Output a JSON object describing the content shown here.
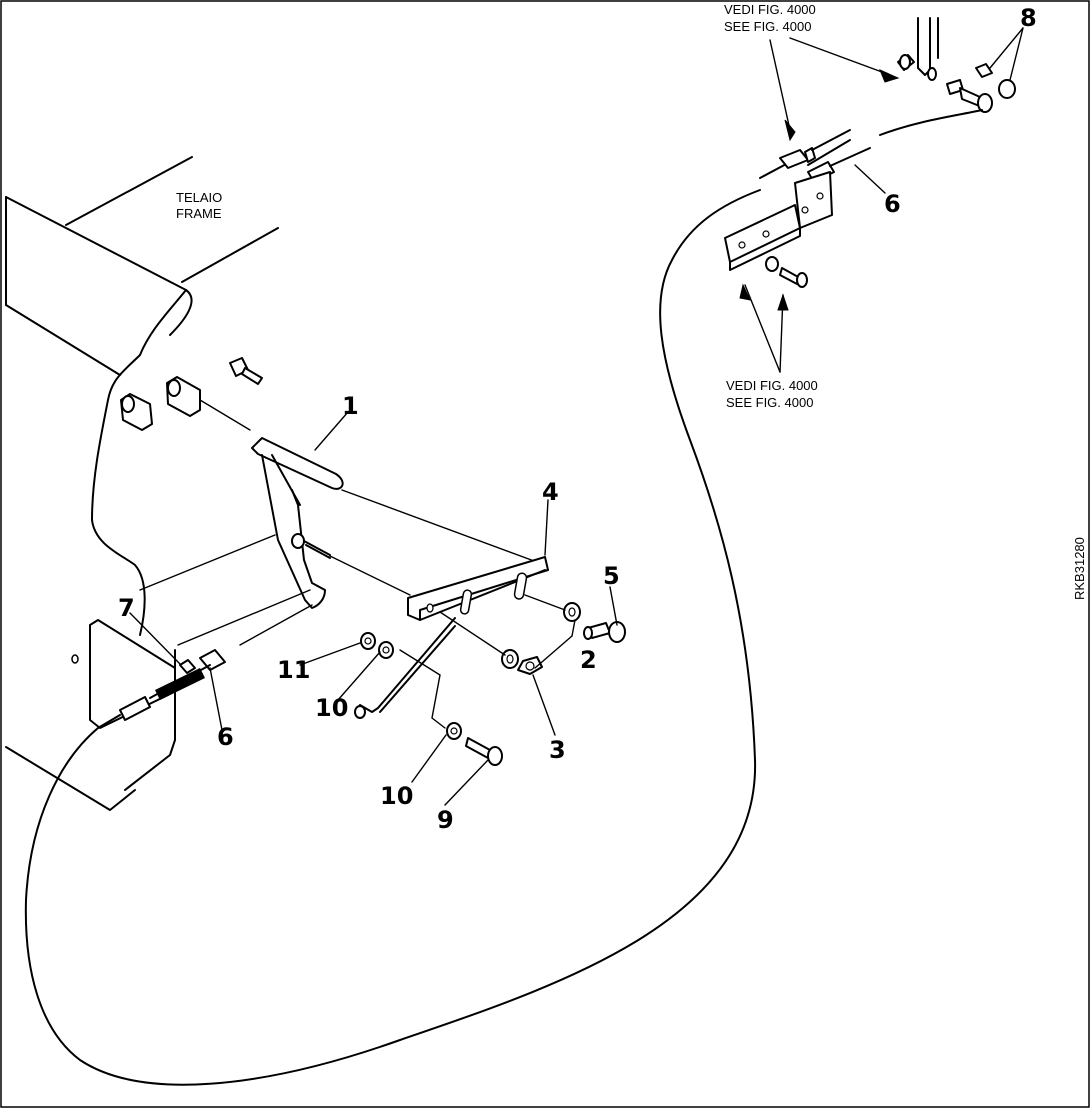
{
  "frame_label": {
    "line1": "TELAIO",
    "line2": "FRAME"
  },
  "references": {
    "top": {
      "line1": "VEDI FIG. 4000",
      "line2": "SEE FIG. 4000"
    },
    "middle": {
      "line1": "VEDI FIG. 4000",
      "line2": "SEE FIG. 4000"
    }
  },
  "callouts": {
    "c1": "1",
    "c2": "2",
    "c3": "3",
    "c4": "4",
    "c5": "5",
    "c6_left": "6",
    "c6_right": "6",
    "c7": "7",
    "c8": "8",
    "c9": "9",
    "c10_upper": "10",
    "c10_lower": "10",
    "c11": "11"
  },
  "drawing_code": "RKB31280"
}
